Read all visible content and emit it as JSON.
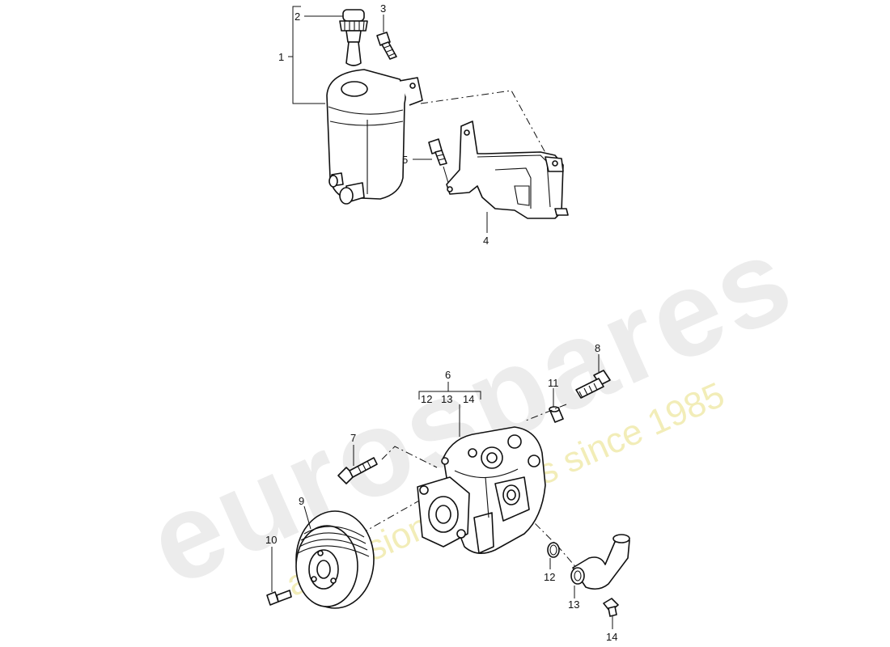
{
  "watermark": {
    "brand": "eurospares",
    "tagline": "a passion for parts since 1985"
  },
  "callouts": {
    "c1": "1",
    "c2": "2",
    "c3": "3",
    "c4": "4",
    "c5": "5",
    "c6": "6",
    "c7": "7",
    "c8": "8",
    "c9": "9",
    "c10": "10",
    "c11": "11",
    "c12": "12",
    "c12b": "12",
    "c13": "13",
    "c13b": "13",
    "c14": "14",
    "c14b": "14"
  }
}
